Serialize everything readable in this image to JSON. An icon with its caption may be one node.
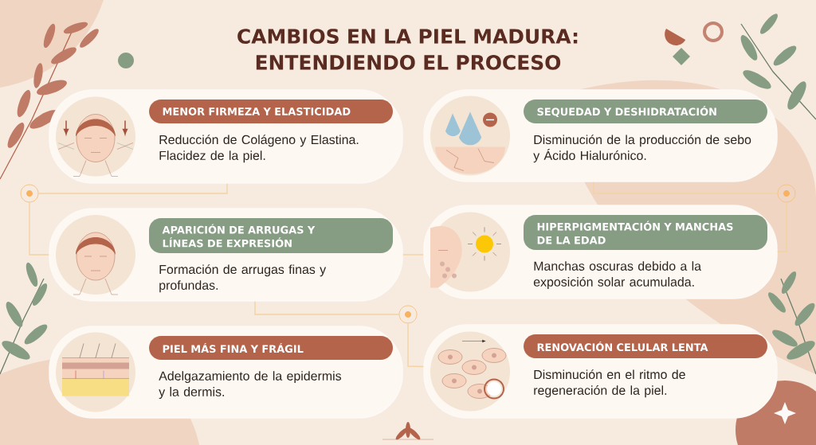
{
  "diagram": {
    "title": "CAMBIOS EN LA PIEL MADURA: ENTENDIENDO EL PROCESO",
    "nodes": [
      {
        "text": [
          "MENOR FIRMEZA Y ELASTICIDAD",
          "Reducción de Colágeno y Elastina. Flacidez de la piel."
        ]
      },
      {
        "text": [
          "SEQUEDAD Y DESHIDRATACIÓN",
          "Disminución de la producción de sebo y Ácido Hialurónico."
        ]
      },
      {
        "text": [
          "APARICIÓN DE ARRUGAS Y LÍNEAS DE EXPRESIÓN",
          "Formación de arrugas finas y profundas."
        ]
      },
      {
        "text": [
          "HIPERPIGMENTACIÓN Y MANCHAS DE LA EDAD",
          "Manchas oscuras debido a la exposición solar acumulada."
        ]
      },
      {
        "text": [
          "PIEL MÁS FINA Y FRÁGIL",
          "Adelgazamiento de la epidermis y la dermis."
        ]
      },
      {
        "text": [
          "RENOVACIÓN CELULAR LENTA",
          "Disminución en el ritmo de regeneración de la piel."
        ]
      },
      {
        "text": [],
        "shape": "circle"
      },
      {
        "text": [],
        "shape": "circle"
      },
      {
        "text": [],
        "shape": "circle"
      }
    ],
    "edges": [
      {
        "from": 0,
        "to": 6,
        "arrow": "none"
      },
      {
        "from": 6,
        "to": 2,
        "arrow": "none"
      },
      {
        "from": 1,
        "to": 7,
        "arrow": "none"
      },
      {
        "from": 7,
        "to": 3,
        "arrow": "none"
      },
      {
        "from": 2,
        "to": 3,
        "arrow": "none"
      },
      {
        "from": 2,
        "to": 8,
        "arrow": "none"
      },
      {
        "from": 8,
        "to": 5,
        "arrow": "none"
      }
    ]
  }
}
